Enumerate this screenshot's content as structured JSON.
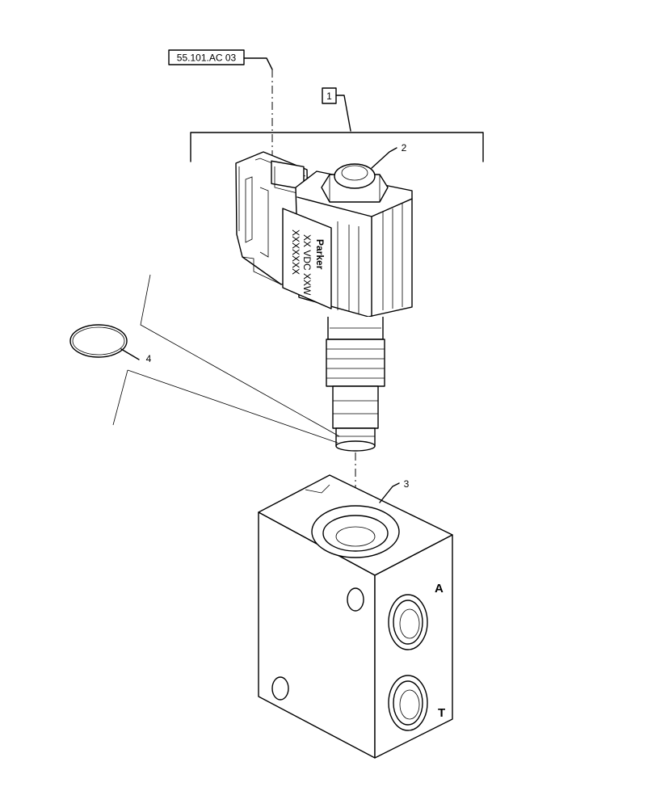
{
  "reference_label": "55.101.AC 03",
  "callouts": {
    "assembly": "1",
    "solenoid_valve": "2",
    "valve_block": "3",
    "o_ring": "4"
  },
  "ports": {
    "a": "A",
    "t": "T"
  },
  "coil_marking": {
    "brand": "Parker",
    "line1": "XX VDC XXW",
    "line2": "XXXXXXX"
  }
}
